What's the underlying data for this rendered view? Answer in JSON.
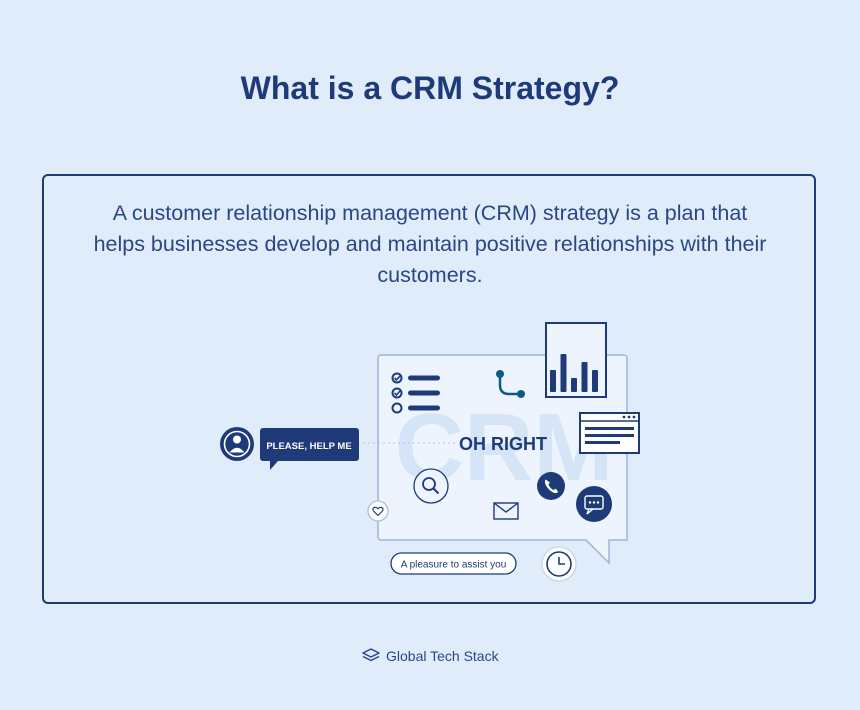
{
  "header": {
    "title": "What is a CRM Strategy?"
  },
  "card": {
    "description": "A customer relationship management (CRM) strategy is a plan that helps businesses develop and maintain positive relationships with their customers."
  },
  "illustration": {
    "crm_watermark": "CRM",
    "center_text": "OH RIGHT",
    "chat_bubble": "PLEASE, HELP ME",
    "reply_pill": "A pleasure to assist you",
    "bar_chart_values": [
      0.55,
      0.95,
      0.35,
      0.75,
      0.55
    ],
    "colors": {
      "primary": "#1e3a78",
      "background": "#e1ecfb",
      "panel": "#eef4fd",
      "accent": "#0e5a87"
    }
  },
  "footer": {
    "brand": "Global Tech Stack",
    "logo_icon": "stack-layers-icon"
  }
}
